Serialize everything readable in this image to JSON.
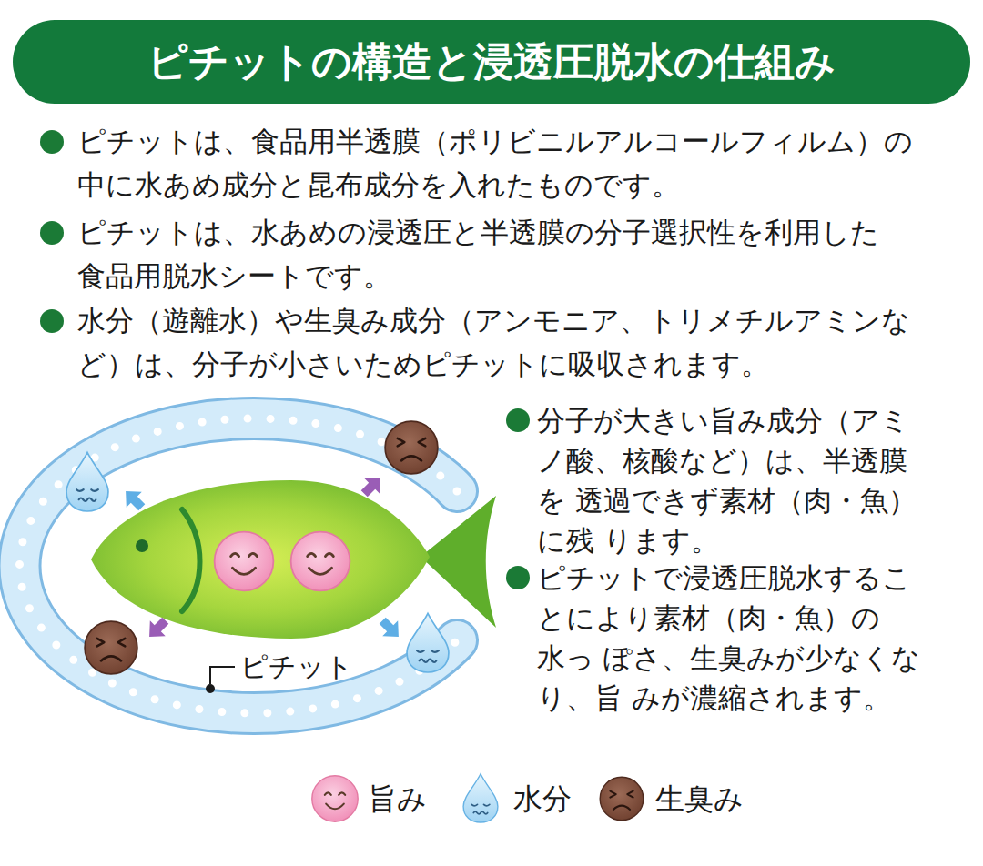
{
  "diagram": {
    "title": "ピチットの構造と浸透圧脱水の仕組み",
    "labels": [
      "ピチットは、食品用半透膜（ポリビニルアルコールフィルム）の 中に水あめ成分と昆布成分を入れたものです。",
      "ピチットは、水あめの浸透圧と半透膜の分子選択性を利用した 食品用脱水シートです。",
      "水分（遊離水）や生臭み成分（アンモニア、トリメチルアミンな ど）は、分子が小さいためピチットに吸収されます。",
      "分子が大きい旨み成分（アミ ノ酸、核酸など）は、半透膜を 透過できず素材（肉・魚）に残 ります。",
      "ピチットで浸透圧脱水するこ とにより素材（肉・魚）の水っ ぽさ、生臭みが少なくなり、旨 みが濃縮されます。",
      "ピチット"
    ],
    "legend": [
      {
        "text": "旨み"
      },
      {
        "text": "水分"
      },
      {
        "text": "生臭み"
      }
    ]
  }
}
